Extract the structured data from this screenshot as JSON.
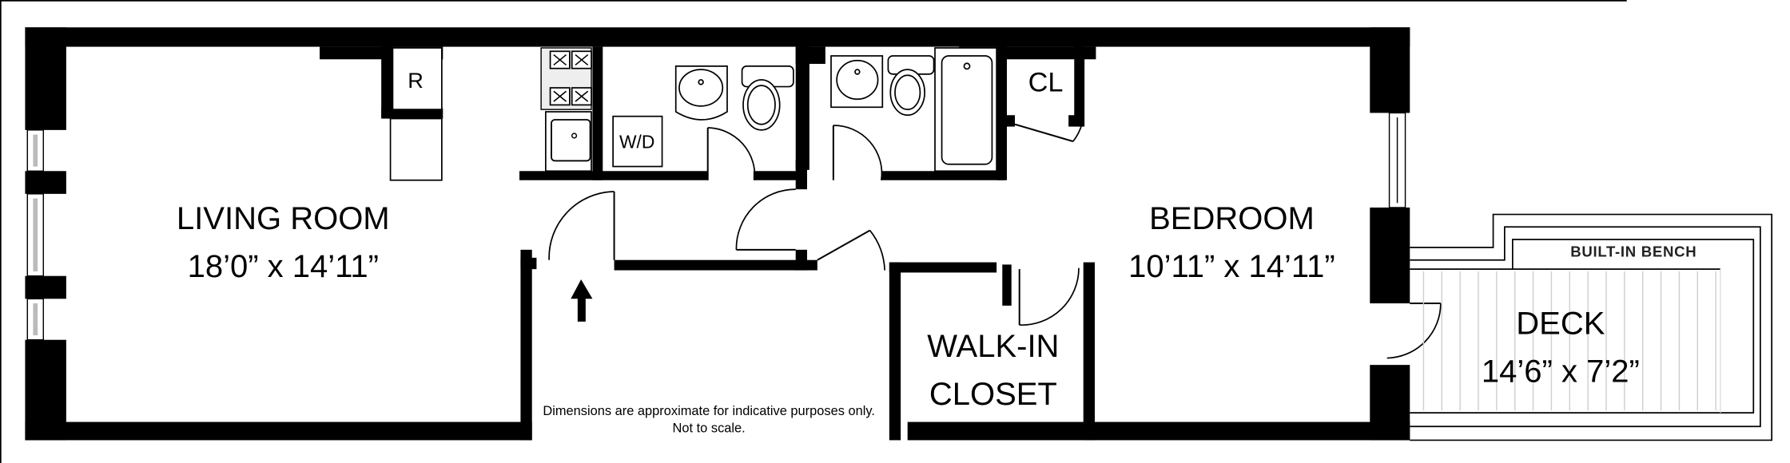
{
  "floorplan": {
    "rooms": [
      {
        "id": "living-room",
        "name": "LIVING ROOM",
        "dimensions": "18’0” x 14’11”"
      },
      {
        "id": "bedroom",
        "name": "BEDROOM",
        "dimensions": "10’11” x 14’11”"
      },
      {
        "id": "walk-in-closet",
        "name_line1": "WALK-IN",
        "name_line2": "CLOSET"
      },
      {
        "id": "deck",
        "name": "DECK",
        "dimensions": "14’6” x 7’2”"
      },
      {
        "id": "closet",
        "name": "CL"
      }
    ],
    "fixtures": {
      "refrigerator": "R",
      "washer_dryer": "W/D",
      "bench": "BUILT-IN BENCH"
    },
    "disclaimer": {
      "line1": "Dimensions are approximate for indicative purposes only.",
      "line2": "Not to scale."
    },
    "entry_arrow": "entrance-arrow-icon"
  }
}
